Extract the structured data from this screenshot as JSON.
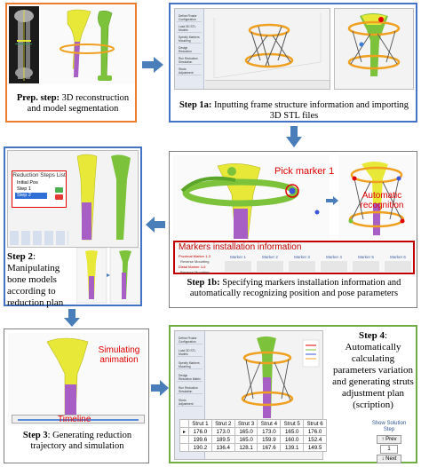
{
  "prep": {
    "step_label": "Prep. step:",
    "text": "3D reconstruction and model segmentation"
  },
  "step1a": {
    "step_label": "Step 1a:",
    "text": "Inputting frame structure information and importing 3D STL files",
    "sidebar": [
      "Define Fixator Configuration",
      "Load 3D STL Models",
      "Specify Markers Mounting Position",
      "Design Reduction Matrix",
      "Run Reduction Simulation",
      "Struts Adjustment Solution"
    ]
  },
  "step1b": {
    "step_label": "Step 1b:",
    "text": "Specifying markers installation information and automatically recognizing position and pose parameters",
    "pick_marker": "Pick marker 1",
    "auto_recognition": "Automatic recognition",
    "markers_title": "Markers installation information",
    "proximal_label": "Proximal Marker 1-3",
    "distal_label": "Distal Marker 4-6",
    "reverse_label": "Reverse Mounting",
    "marker_headers": [
      "Marker 1",
      "Marker 2",
      "Marker 3",
      "Marker 4",
      "Marker 5",
      "Marker 6"
    ]
  },
  "step2": {
    "step_label": "Step 2",
    "text": ": Manipulating bone models according to reduction plan",
    "list_title": "Reduction Steps List",
    "list_items": [
      "Initial Pos",
      "Step 1",
      "Step 2"
    ]
  },
  "step3": {
    "step_label": "Step 3",
    "text": ": Generating reduction trajectory and simulation",
    "simulating": "Simulating animation",
    "timeline": "Timeline"
  },
  "step4": {
    "step_label": "Step 4",
    "text": ": Automatically calculating parameters variation and generating struts adjustment plan (scription)",
    "sidebar": [
      "Define Fixator Configuration",
      "Load 3D STL Models",
      "Specify Markers Mounting Position",
      "Design Reduction Matrix",
      "Run Reduction Simulation",
      "Struts Adjustment Solution"
    ],
    "table_header": [
      "Strut 1",
      "Strut 2",
      "Strut 3",
      "Strut 4",
      "Strut 5",
      "Strut 6"
    ],
    "table_rows": [
      [
        "176.0",
        "173.0",
        "165.0",
        "173.0",
        "165.0",
        "176.0"
      ],
      [
        "199.6",
        "189.5",
        "165.0",
        "159.9",
        "160.0",
        "152.4"
      ],
      [
        "190.2",
        "136.4",
        "128.1",
        "167.6",
        "139.1",
        "149.5"
      ]
    ],
    "show_label": "Show Solution Step",
    "prev_label": "Prev",
    "step_value": "1",
    "next_label": "Next"
  },
  "colors": {
    "arrow": "#4a7ebb",
    "prep_border": "#ed7d31",
    "blue_border": "#4472c4",
    "green_border": "#70ad47",
    "bone_yellow": "#e8e838",
    "bone_purple": "#a75fc6",
    "bone_green": "#7cc23a",
    "frame_orange": "#f0a020",
    "label_red": "#e00000"
  }
}
